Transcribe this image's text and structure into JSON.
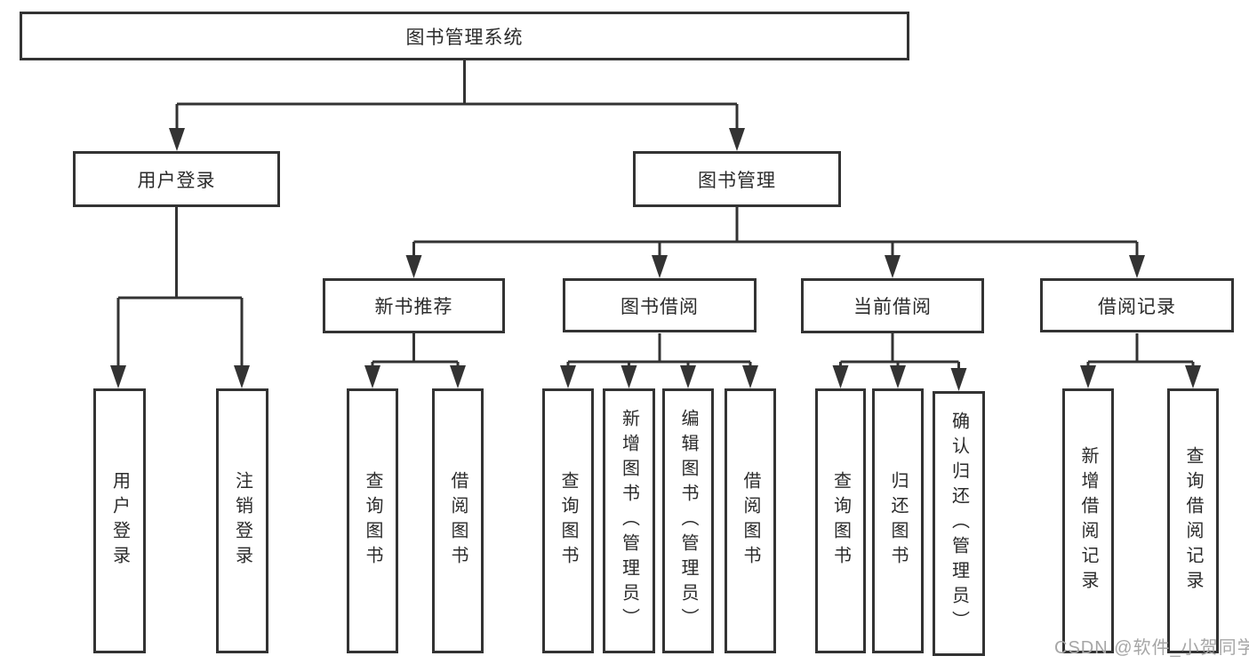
{
  "tree": {
    "label": "图书管理系统",
    "children": [
      {
        "label": "用户登录",
        "children": [
          {
            "label": "用户登录"
          },
          {
            "label": "注销登录"
          }
        ]
      },
      {
        "label": "图书管理",
        "children": [
          {
            "label": "新书推荐",
            "children": [
              {
                "label": "查询图书"
              },
              {
                "label": "借阅图书"
              }
            ]
          },
          {
            "label": "图书借阅",
            "children": [
              {
                "label": "查询图书"
              },
              {
                "label": "新增图书（管理员）"
              },
              {
                "label": "编辑图书（管理员）"
              },
              {
                "label": "借阅图书"
              }
            ]
          },
          {
            "label": "当前借阅",
            "children": [
              {
                "label": "查询图书"
              },
              {
                "label": "归还图书"
              },
              {
                "label": "确认归还（管理员）"
              }
            ]
          },
          {
            "label": "借阅记录",
            "children": [
              {
                "label": "新增借阅记录"
              },
              {
                "label": "查询借阅记录"
              }
            ]
          }
        ]
      }
    ]
  },
  "watermark": "CSDN @软件_小贺同学",
  "colors": {
    "line": "#333333",
    "text": "#2b2b2b",
    "background": "#ffffff",
    "watermark": "#a6a6a6"
  }
}
